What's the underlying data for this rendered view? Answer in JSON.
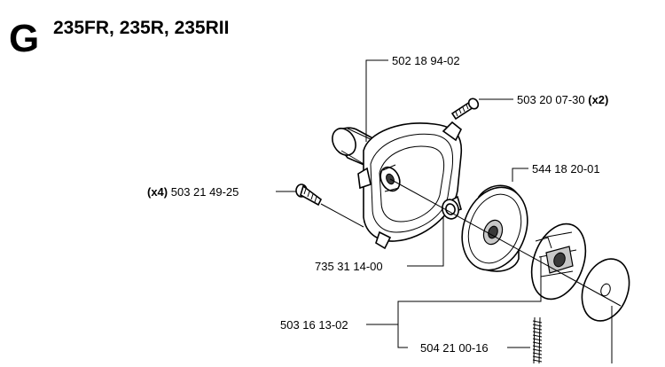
{
  "header": {
    "section_letter": "G",
    "title": "235FR, 235R, 235RII"
  },
  "parts": [
    {
      "id": "gear-housing",
      "number": "502 18 94-02",
      "qty": ""
    },
    {
      "id": "housing-screw",
      "number": "503 20 07-30",
      "qty": "(x2)"
    },
    {
      "id": "clutch-drum",
      "number": "544 18 20-01",
      "qty": ""
    },
    {
      "id": "drum-screw",
      "number": "503 21 49-25",
      "qty": "(x4)"
    },
    {
      "id": "washer",
      "number": "735 31 14-00",
      "qty": ""
    },
    {
      "id": "clutch-set",
      "number": "503 16 13-02",
      "qty": ""
    },
    {
      "id": "spring",
      "number": "504 21 00-16",
      "qty": ""
    }
  ]
}
